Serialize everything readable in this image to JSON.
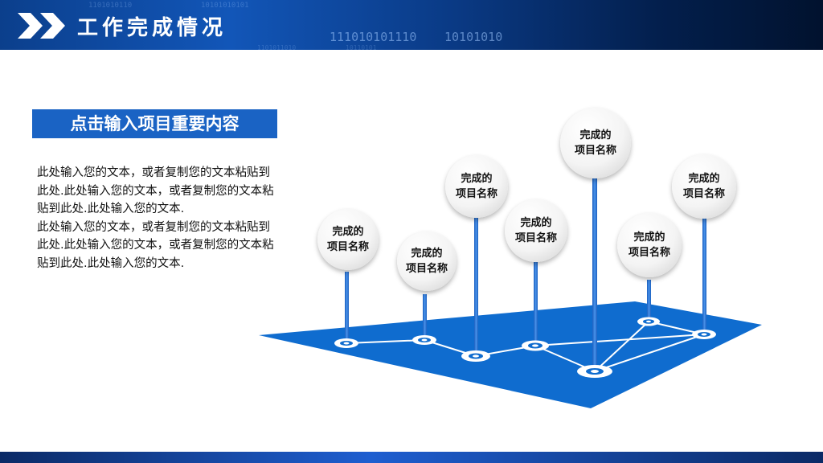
{
  "header": {
    "title": "工作完成情况",
    "binary_texts": [
      "111010101110",
      "10101010",
      "1101010110",
      "10101010101",
      "1101011010",
      "10110101"
    ]
  },
  "content": {
    "subtitle": "点击输入项目重要内容",
    "paragraphs": [
      "此处输入您的文本，或者复制您的文本粘贴到此处.此处输入您的文本，或者复制您的文本粘贴到此处.此处输入您的文本.",
      "此处输入您的文本，或者复制您的文本粘贴到此处.此处输入您的文本，或者复制您的文本粘贴到此处.此处输入您的文本."
    ]
  },
  "diagram": {
    "platform_color": "#0f6ccf",
    "nodes": [
      {
        "line1": "完成的",
        "line2": "项目名称"
      },
      {
        "line1": "完成的",
        "line2": "项目名称"
      },
      {
        "line1": "完成的",
        "line2": "项目名称"
      },
      {
        "line1": "完成的",
        "line2": "项目名称"
      },
      {
        "line1": "完成的",
        "line2": "项目名称"
      },
      {
        "line1": "完成的",
        "line2": "项目名称"
      },
      {
        "line1": "完成的",
        "line2": "项目名称"
      }
    ]
  },
  "colors": {
    "accent": "#1a63c4",
    "header_dark": "#031f4d"
  }
}
